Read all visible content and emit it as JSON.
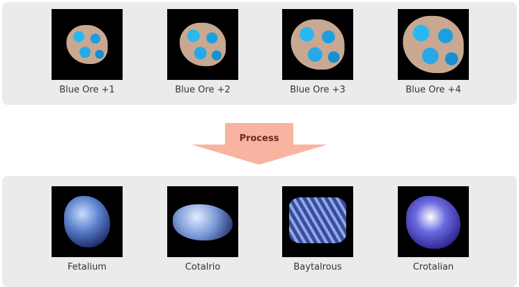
{
  "inputs": [
    {
      "label": "Blue Ore +1"
    },
    {
      "label": "Blue Ore +2"
    },
    {
      "label": "Blue Ore +3"
    },
    {
      "label": "Blue Ore +4"
    }
  ],
  "process_label": "Process",
  "outputs": [
    {
      "label": "Fetalium"
    },
    {
      "label": "Cotalrio"
    },
    {
      "label": "Baytalrous"
    },
    {
      "label": "Crotalian"
    }
  ],
  "colors": {
    "panel": "#ebebeb",
    "arrow": "#f8b4a0",
    "arrow_text": "#6a2a20"
  }
}
